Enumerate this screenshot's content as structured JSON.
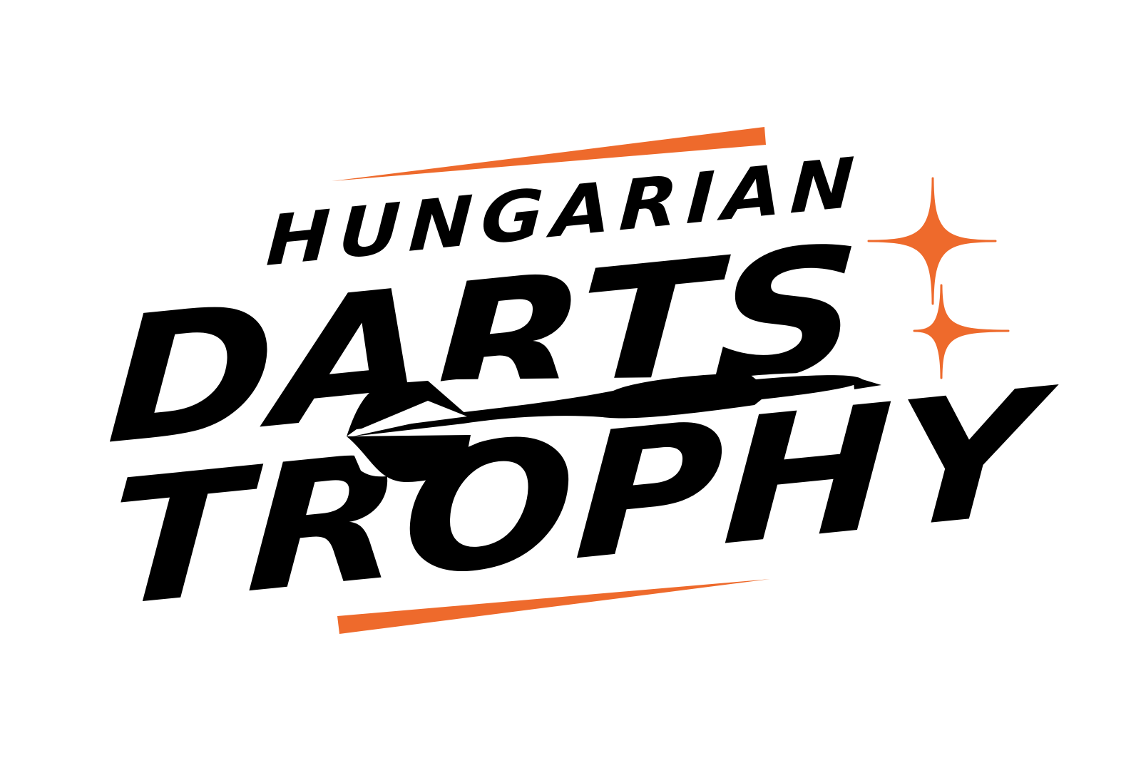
{
  "logo": {
    "line1": "HUNGARIAN",
    "line2": "DARTS",
    "line3": "TROPHY"
  },
  "colors": {
    "text": "#000000",
    "accent": "#EE6A2C",
    "background": "#FFFFFF"
  },
  "icons": [
    "sparkle-star-large-icon",
    "sparkle-star-small-icon",
    "dart-icon"
  ]
}
